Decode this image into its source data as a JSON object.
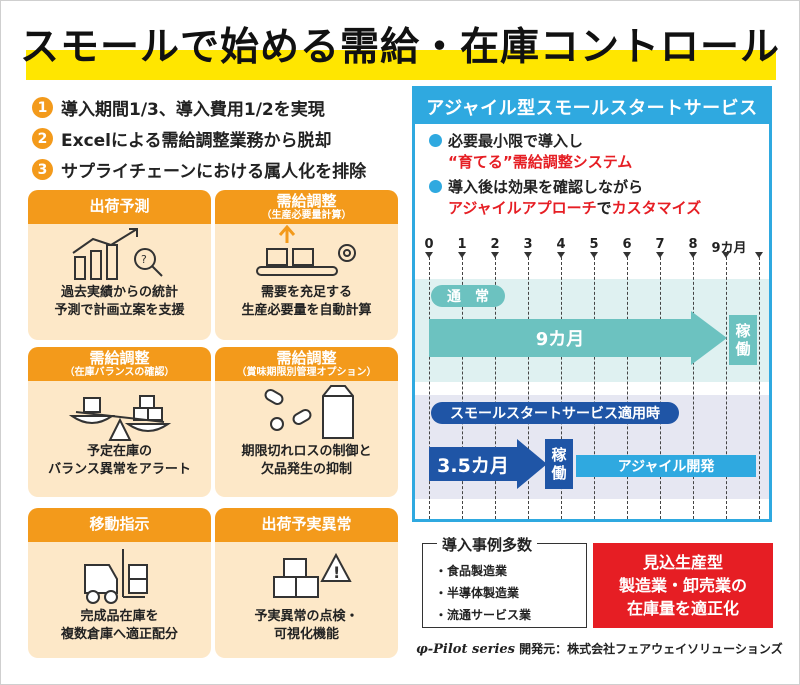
{
  "title": "スモールで始める需給・在庫コントロール",
  "points": [
    {
      "num": "1",
      "text": "導入期間1/3、導入費用1/2を実現"
    },
    {
      "num": "2",
      "text": "Excelによる需給調整業務から脱却"
    },
    {
      "num": "3",
      "text": "サプライチェーンにおける属人化を排除"
    }
  ],
  "cards": [
    {
      "title": "出荷予測",
      "sub": "",
      "line1": "過去実績からの統計",
      "line2": "予測で計画立案を支援",
      "icon": "chart-magnifier-icon"
    },
    {
      "title": "需給調整",
      "sub": "（生産必要量計算）",
      "line1": "需要を充足する",
      "line2": "生産必要量を自動計算",
      "icon": "conveyor-icon"
    },
    {
      "title": "需給調整",
      "sub": "（在庫バランスの確認）",
      "line1": "予定在庫の",
      "line2": "バランス異常をアラート",
      "icon": "balance-scale-icon"
    },
    {
      "title": "需給調整",
      "sub": "（賞味期限別管理オプション）",
      "line1": "期限切れロスの制御と",
      "line2": "欠品発生の抑制",
      "icon": "food-products-icon"
    },
    {
      "title": "移動指示",
      "sub": "",
      "line1": "完成品在庫を",
      "line2": "複数倉庫へ適正配分",
      "icon": "forklift-icon"
    },
    {
      "title": "出荷予実異常",
      "sub": "",
      "line1": "予実異常の点検・",
      "line2": "可視化機能",
      "icon": "warning-boxes-icon"
    }
  ],
  "panel": {
    "title": "アジャイル型スモールスタートサービス",
    "bullet1_a": "必要最小限で導入し",
    "bullet1_b": "“育てる”需給調整システム",
    "bullet2_a": "導入後は効果を確認しながら",
    "bullet2_b1": "アジャイルアプローチ",
    "bullet2_b2": "で",
    "bullet2_b3": "カスタマイズ",
    "ticks": [
      "0",
      "1",
      "2",
      "3",
      "4",
      "5",
      "6",
      "7",
      "8",
      "9カ月"
    ],
    "normal_label": "通　常",
    "normal_months": "9カ月",
    "normal_kado": "稼\n働",
    "small_label": "スモールスタートサービス適用時",
    "small_months": "3.5カ月",
    "small_kado": "稼\n働",
    "agile_dev": "アジャイル開発"
  },
  "cases": {
    "title": "導入事例多数",
    "items": [
      "・食品製造業",
      "・半導体製造業",
      "・流通サービス業"
    ]
  },
  "target": {
    "line1": "見込生産型",
    "line2": "製造業・卸売業の",
    "line3": "在庫量を適正化"
  },
  "footer": {
    "logo": "φ-Pilot series",
    "text": "開発元：株式会社フェアウェイソリューションズ"
  },
  "colors": {
    "orange": "#f39a1b",
    "card_bg": "#fde8c8",
    "blue": "#2fa9e0",
    "teal": "#6cc2c0",
    "navy": "#1f55a6",
    "red": "#e61e24",
    "yellow": "#ffe600"
  }
}
